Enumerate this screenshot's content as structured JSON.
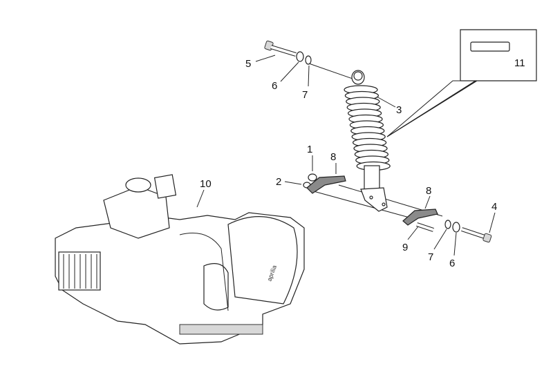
{
  "diagram": {
    "title": "Rear shock absorber exploded parts diagram",
    "callouts": {
      "c1": "1",
      "c2": "2",
      "c3": "3",
      "c4": "4",
      "c5": "5",
      "c6_top": "6",
      "c7_top": "7",
      "c8_left": "8",
      "c8_right": "8",
      "c9": "9",
      "c10": "10",
      "c11": "11",
      "c7_bottom": "7",
      "c6_bottom": "6"
    },
    "engine_logo": "aprilia"
  }
}
